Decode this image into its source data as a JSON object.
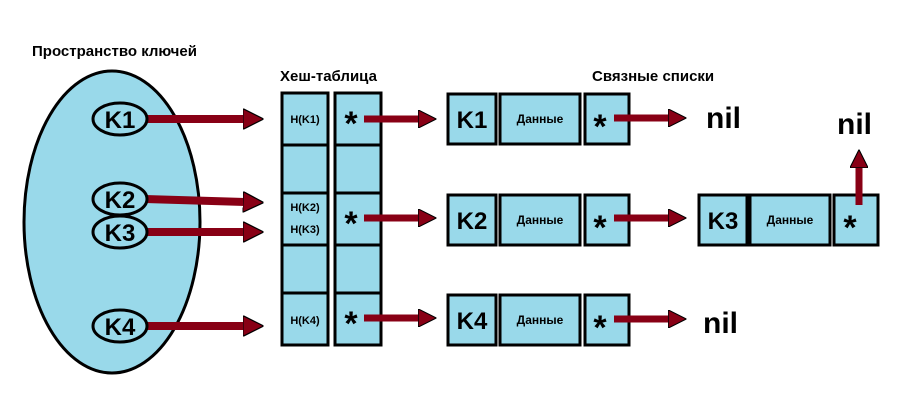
{
  "labels": {
    "key_space": "Пространство ключей",
    "hash_table": "Хеш-таблица",
    "linked_lists": "Связные списки"
  },
  "keys": [
    "K1",
    "K2",
    "K3",
    "K4"
  ],
  "hash_cells": [
    "H(K1)",
    "H(K2)",
    "H(K3)",
    "H(K4)"
  ],
  "pointer": "*",
  "nodes": {
    "k1": "K1",
    "k2": "K2",
    "k3": "K3",
    "k4": "K4",
    "data": "Данные"
  },
  "nil": "nil",
  "colors": {
    "fill": "#99D9EA",
    "stroke": "#000000",
    "arrow": "#880015"
  }
}
